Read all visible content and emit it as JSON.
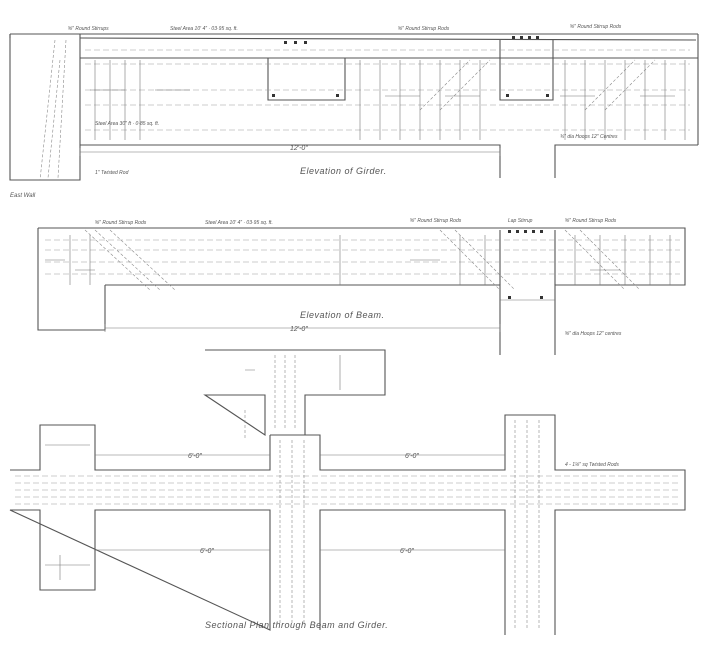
{
  "girder": {
    "rod_left": "⅝″ Round Stirrups",
    "steel_area": "Steel Area 10′ 4″ · 03·95 sq. ft.",
    "rod_mid": "⅝″ Round Stirrup Rods",
    "rod_right": "⅝″ Round Stirrup Rods",
    "steel_area_lower": "Steel Area 30″ ft · 0·85 sq. ft.",
    "twisted_rod": "1″ Twisted Rod",
    "hoops": "¾″ dia Hoops 12″ Centres",
    "span": "12′-0″",
    "title": "Elevation of Girder."
  },
  "east_wall": "East Wall",
  "beam": {
    "rod_left": "⅝″ Round Stirrup Rods",
    "steel_area": "Steel Area 10′ 4″ · 03·95 sq. ft.",
    "rod_mid": "⅝″ Round Stirrup Rods",
    "lap_stirrup": "Lap Stirrup",
    "rod_right": "⅝″ Round Stirrup Rods",
    "hoops": "⅝″ dia Hoops 12″ centres",
    "span": "12′-0″",
    "title": "Elevation of Beam."
  },
  "plan": {
    "dim_upper_left": "6′-0″",
    "dim_upper_right": "6′-0″",
    "twisted_rods": "4 - 1⅛″ sq Twisted Rods",
    "dim_lower_left": "6′-0″",
    "dim_lower_right": "6′-0″",
    "title": "Sectional Plan through Beam and Girder."
  }
}
